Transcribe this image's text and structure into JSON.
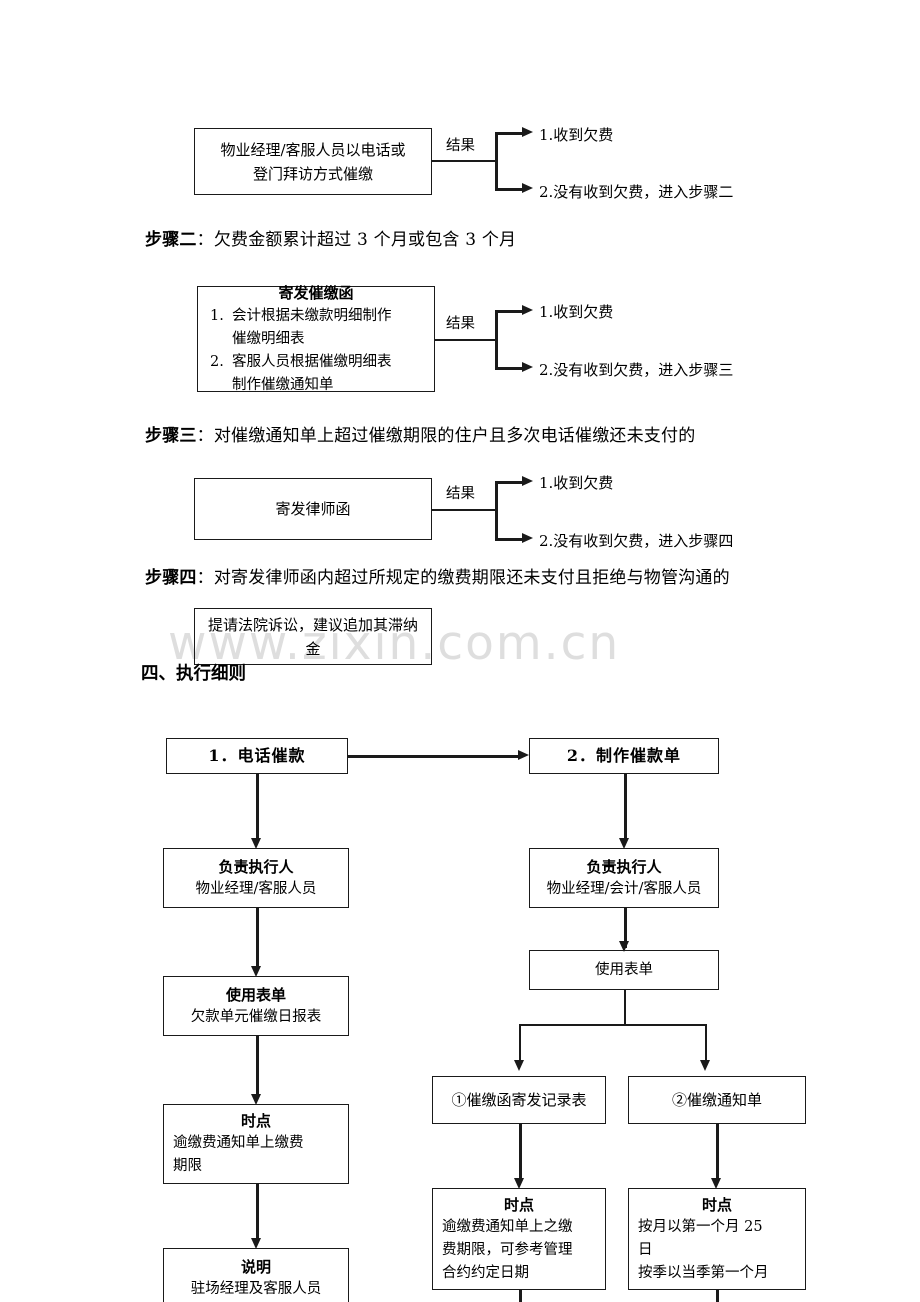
{
  "watermark": {
    "text": "www.zixin.com.cn"
  },
  "step_one": {
    "box_lines": [
      "物业经理/客服人员以电话或",
      "登门拜访方式催缴"
    ],
    "result_label": "结果",
    "branches": [
      "1.收到欠费",
      "2.没有收到欠费，进入步骤二"
    ]
  },
  "step_two": {
    "heading_label": "步骤二",
    "heading_colon": "：",
    "heading_text": "欠费金额累计超过 3 个月或包含 3 个月",
    "box_title": "寄发催缴函",
    "box_items": [
      {
        "num": "1.",
        "lines": [
          "会计根据未缴款明细制作",
          "催缴明细表"
        ]
      },
      {
        "num": "2.",
        "lines": [
          "客服人员根据催缴明细表",
          "制作催缴通知单"
        ]
      }
    ],
    "result_label": "结果",
    "branches": [
      "1.收到欠费",
      "2.没有收到欠费，进入步骤三"
    ]
  },
  "step_three": {
    "heading_label": "步骤三",
    "heading_colon": "：",
    "heading_text": "对催缴通知单上超过催缴期限的住户且多次电话催缴还未支付的",
    "box_text": "寄发律师函",
    "result_label": "结果",
    "branches": [
      "1.收到欠费",
      "2.没有收到欠费，进入步骤四"
    ]
  },
  "step_four": {
    "heading_label": "步骤四",
    "heading_colon": "：",
    "heading_text": "对寄发律师函内超过所规定的缴费期限还未支付且拒绝与物管沟通的",
    "box_text": "提请法院诉讼，建议追加其滞纳金"
  },
  "section_four": {
    "heading": "四、执行细则"
  },
  "flow": {
    "left": {
      "head": "1．电话催款",
      "nodes": [
        {
          "title": "负责执行人",
          "sub": [
            "物业经理/客服人员"
          ],
          "align": "center"
        },
        {
          "title": "使用表单",
          "sub": [
            "欠款单元催缴日报表"
          ],
          "align": "center"
        },
        {
          "title": "时点",
          "sub": [
            "逾缴费通知单上缴费",
            "期限"
          ],
          "align": "left"
        },
        {
          "title": "说明",
          "sub": [
            "驻场经理及客服人员"
          ],
          "align": "center"
        }
      ]
    },
    "right": {
      "head": "2．制作催款单",
      "nodes": [
        {
          "title": "负责执行人",
          "sub": [
            "物业经理/会计/客服人员"
          ],
          "align": "center"
        },
        {
          "title": "",
          "sub": [
            "使用表单"
          ],
          "align": "center"
        }
      ],
      "forms": [
        {
          "label": "①催缴函寄发记录表"
        },
        {
          "label": "②催缴通知单"
        }
      ],
      "times": [
        {
          "title": "时点",
          "sub": [
            "逾缴费通知单上之缴",
            "费期限，可参考管理",
            "合约约定日期"
          ]
        },
        {
          "title": "时点",
          "sub": [
            "按月以第一个月 25",
            "日",
            "按季以当季第一个月"
          ]
        }
      ]
    }
  }
}
